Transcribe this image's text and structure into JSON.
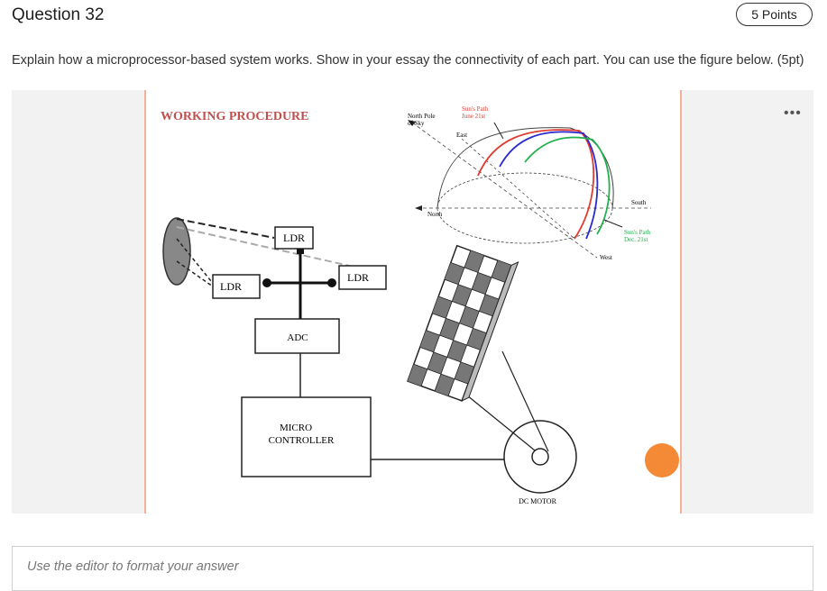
{
  "question": {
    "title": "Question 32",
    "points": "5 Points",
    "prompt": "Explain how a microprocessor-based system works. Show in your essay the connectivity of each part. You can use the figure below. (5pt)"
  },
  "figure": {
    "heading": "WORKING PROCEDURE",
    "ldr_top": "LDR",
    "ldr_left": "LDR",
    "ldr_right": "LDR",
    "adc": "ADC",
    "mc_line1": "MICRO",
    "mc_line2": "CONTROLLER",
    "motor": "DC MOTOR",
    "north_pole_line1": "North Pole",
    "north_pole_line2": "of Sky",
    "sun_june_line1": "Sun's Path",
    "sun_june_line2": "June 21st",
    "east": "East",
    "north": "North",
    "south": "South",
    "west": "West",
    "sun_dec_line1": "Sun's Path",
    "sun_dec_line2": "Dec. 21st"
  },
  "editor": {
    "placeholder": "Use the editor to format your answer"
  },
  "menu": {
    "dots": "•••"
  },
  "colors": {
    "accent": "#f58a36",
    "heading": "#c0504d",
    "june": "#e03c31",
    "dec": "#22b14c",
    "mid": "#2a2acf"
  }
}
